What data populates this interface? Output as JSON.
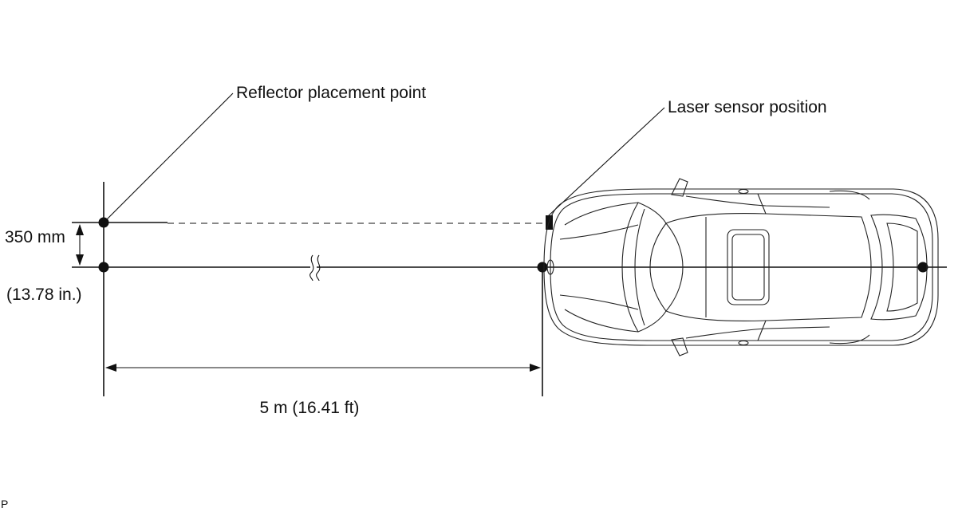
{
  "labels": {
    "reflector_point": "Reflector placement point",
    "laser_sensor": "Laser sensor position",
    "height_mm": "350 mm",
    "height_in": "(13.78 in.)",
    "distance": "5 m (16.41 ft)",
    "page_marker": "P"
  },
  "colors": {
    "line": "#111111",
    "background": "#ffffff"
  }
}
